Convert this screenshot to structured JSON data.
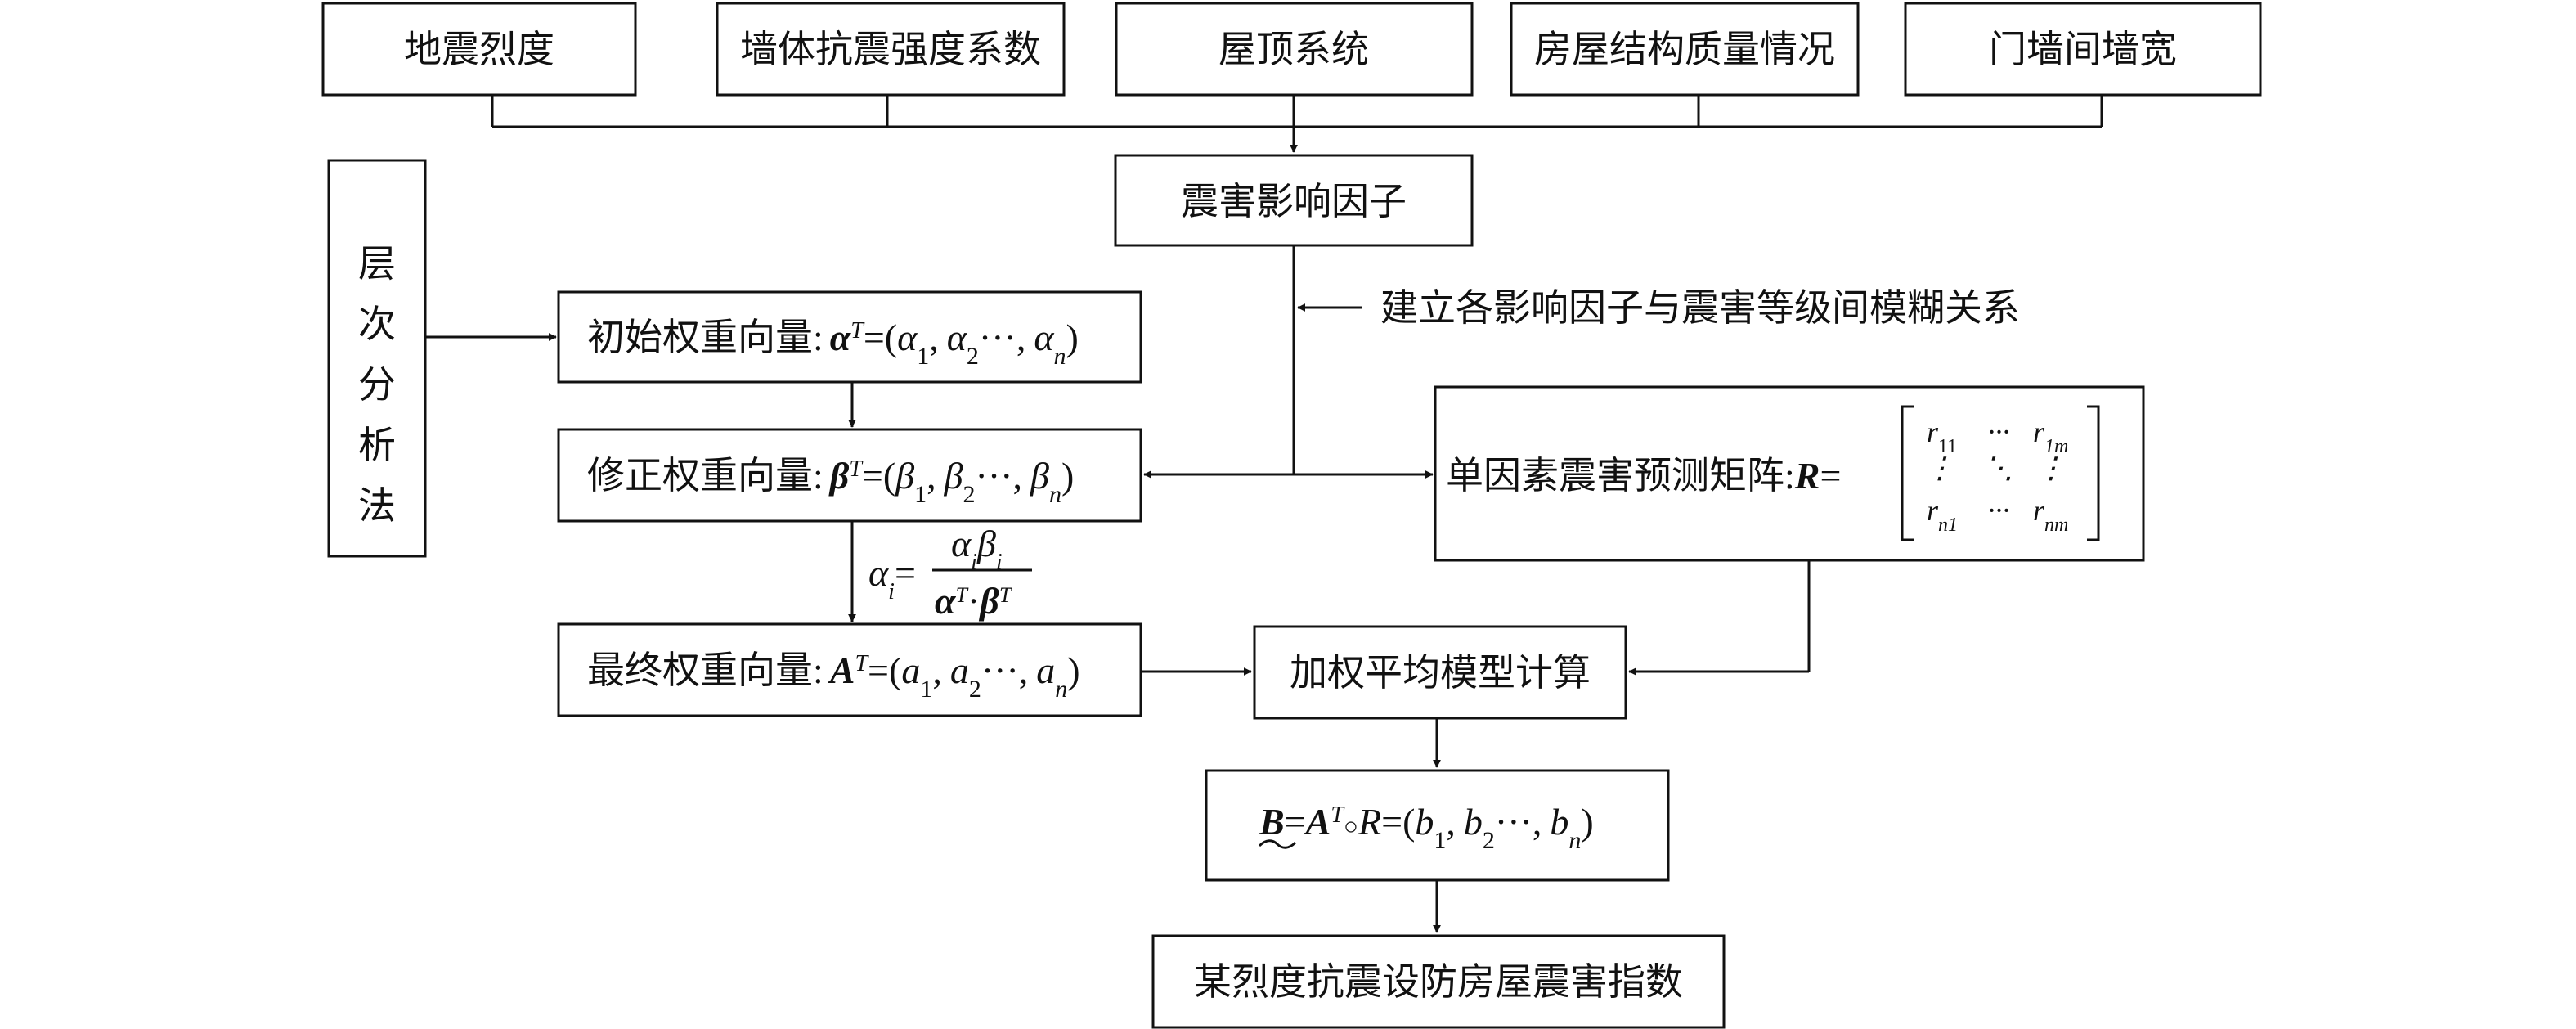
{
  "factors": [
    "地震烈度",
    "墙体抗震强度系数",
    "屋顶系统",
    "房屋结构质量情况",
    "门墙间墙宽"
  ],
  "influence_factor": "震害影响因子",
  "ahp": [
    "层",
    "次",
    "分",
    "析",
    "法"
  ],
  "fuzzy_relation": "建立各影响因子与震害等级间模糊关系",
  "initial_weight": {
    "label": "初始权重向量:",
    "vec": "α",
    "sym": "α",
    "last_sub": "n"
  },
  "corrected_weight": {
    "label": "修正权重向量:",
    "vec": "β",
    "sym": "β",
    "last_sub": "n"
  },
  "final_weight": {
    "label": "最终权重向量:",
    "vec": "A",
    "sym": "a",
    "last_sub": "n"
  },
  "formula": {
    "lhs": "α",
    "lhs_sub": "i",
    "num_a": "α",
    "num_b": "β",
    "num_sub": "i",
    "den_a": "α",
    "den_b": "β",
    "sup": "T"
  },
  "matrix": {
    "label": "单因素震害预测矩阵:",
    "symbol": "R",
    "r11": "r",
    "r11_sub": "11",
    "r1m": "r",
    "r1m_sub": "1m",
    "rn1": "r",
    "rn1_sub": "n1",
    "rnm": "r",
    "rnm_sub": "nm",
    "hdots": "···",
    "vdots": "⋮",
    "ddots": "⋱"
  },
  "weighted_avg": "加权平均模型计算",
  "result": {
    "B": "B",
    "A": "A",
    "sup": "T",
    "R": "R",
    "b": "b",
    "last_sub": "n"
  },
  "final": "某烈度抗震设防房屋震害指数",
  "common": {
    "T": "T",
    "eq": "=",
    "open": "(",
    "close": ")",
    "comma": ",",
    "cdots": "···",
    "s1": "1",
    "s2": "2",
    "circ": "○",
    "dot": "·"
  }
}
